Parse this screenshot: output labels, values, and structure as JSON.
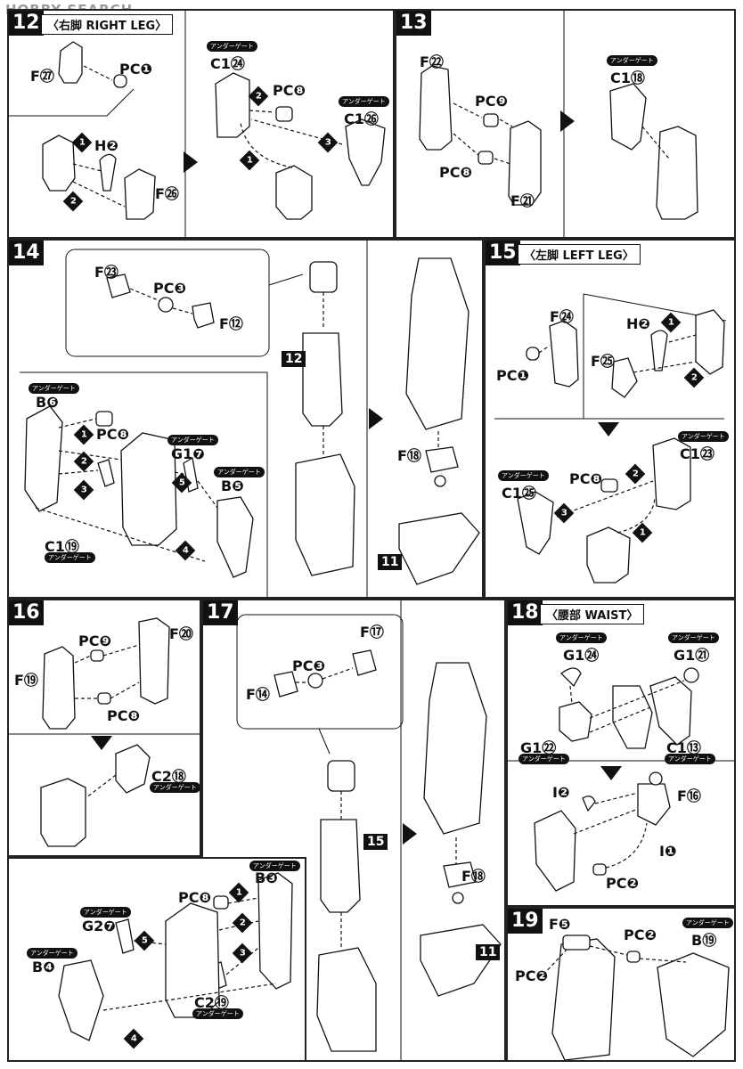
{
  "watermark": "HOBBY SEARCH",
  "gate_label": "アンダーゲート",
  "steps": {
    "s12": {
      "num": "12",
      "title": "〈右脚 RIGHT LEG〉"
    },
    "s13": {
      "num": "13"
    },
    "s14": {
      "num": "14"
    },
    "s15": {
      "num": "15",
      "title": "〈左脚 LEFT LEG〉"
    },
    "s16": {
      "num": "16"
    },
    "s17": {
      "num": "17"
    },
    "s18": {
      "num": "18",
      "title": "〈腰部 WAIST〉"
    },
    "s19": {
      "num": "19"
    }
  },
  "refs": {
    "r12": "12",
    "r11a": "11",
    "r15": "15",
    "r11b": "11"
  },
  "labels": {
    "s12_f27": "F㉗",
    "s12_pc1": "PC❶",
    "s12_h2": "H❷",
    "s12_f26": "F㉖",
    "s12_c124": "C1㉔",
    "s12_pc8": "PC❽",
    "s12_c126": "C1㉖",
    "s13_f22": "F㉒",
    "s13_pc9": "PC❾",
    "s13_pc8": "PC❽",
    "s13_f21": "F㉑",
    "s13_c118": "C1⑱",
    "s14_f23": "F㉓",
    "s14_pc3": "PC❸",
    "s14_f12": "F⑫",
    "s14_b6": "B❻",
    "s14_pc8": "PC❽",
    "s14_g17": "G1❼",
    "s14_b5": "B❺",
    "s14_c119": "C1⑲",
    "s14_f18": "F⑱",
    "s15_f24": "F㉔",
    "s15_h2": "H❷",
    "s15_pc1": "PC❶",
    "s15_f25": "F㉕",
    "s15_c123": "C1㉓",
    "s15_c125": "C1㉕",
    "s15_pc8": "PC❽",
    "s16_f20": "F⑳",
    "s16_pc9": "PC❾",
    "s16_f19": "F⑲",
    "s16_pc8": "PC❽",
    "s16_c218": "C2⑱",
    "s17_f17": "F⑰",
    "s17_pc3": "PC❸",
    "s17_f14": "F⑭",
    "s17_b3": "B❸",
    "s17_pc8": "PC❽",
    "s17_g27": "G2❼",
    "s17_b4": "B❹",
    "s17_c219": "C2⑲",
    "s17_f18": "F⑱",
    "s18_g124": "G1㉔",
    "s18_g121": "G1㉑",
    "s18_g122": "G1㉒",
    "s18_c113": "C1⑬",
    "s18_i2": "I❷",
    "s18_f16": "F⑯",
    "s18_i1": "I❶",
    "s18_pc2": "PC❷",
    "s19_f5": "F❺",
    "s19_pc2a": "PC❷",
    "s19_b19": "B⑲",
    "s19_pc2b": "PC❷"
  }
}
